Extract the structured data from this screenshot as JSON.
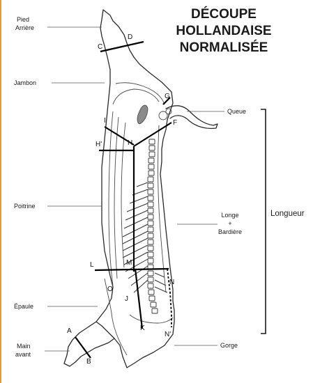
{
  "colors": {
    "frame_border": "#e69a2e",
    "ink": "#1a1a1a",
    "background": "#ffffff"
  },
  "title": {
    "line1": "DÉCOUPE",
    "line2": "HOLLANDAISE",
    "line3": "NORMALISÉE"
  },
  "labels": {
    "pied_arriere_1": "Pied",
    "pied_arriere_2": "Arrière",
    "jambon": "Jambon",
    "poitrine": "Poitrine",
    "epaule": "Épaule",
    "main_avant_1": "Main",
    "main_avant_2": "avant",
    "queue": "Queue",
    "longe_1": "Longe",
    "longe_2": "+",
    "longe_3": "Bardière",
    "longueur": "Longueur",
    "gorge": "Gorge"
  },
  "cut_points": {
    "A": "A",
    "B": "B",
    "C": "C",
    "D": "D",
    "F": "F",
    "G": "G",
    "H": "H",
    "H_prime": "H'",
    "I": "I",
    "J": "J",
    "K": "K",
    "L": "L",
    "M": "M",
    "N": "N",
    "N_prime": "N'",
    "O": "O"
  }
}
